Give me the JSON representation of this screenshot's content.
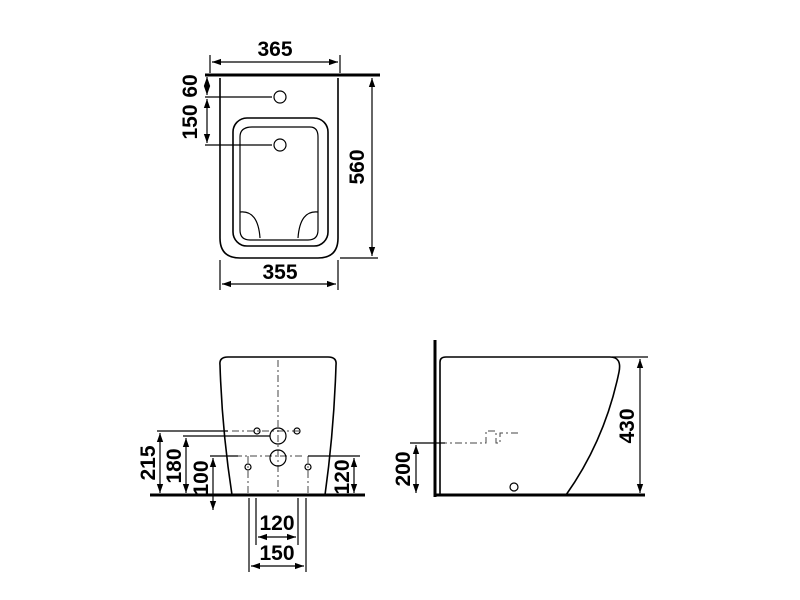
{
  "top_view": {
    "dim_width_top": "365",
    "dim_tap_hole": "60",
    "dim_bowl_top": "150",
    "dim_length": "560",
    "dim_width_bottom": "355"
  },
  "front_view": {
    "dim_215": "215",
    "dim_180": "180",
    "dim_100": "100",
    "dim_120_right": "120",
    "dim_120_bottom": "120",
    "dim_150_bottom": "150"
  },
  "side_view": {
    "dim_200": "200",
    "dim_430": "430"
  }
}
